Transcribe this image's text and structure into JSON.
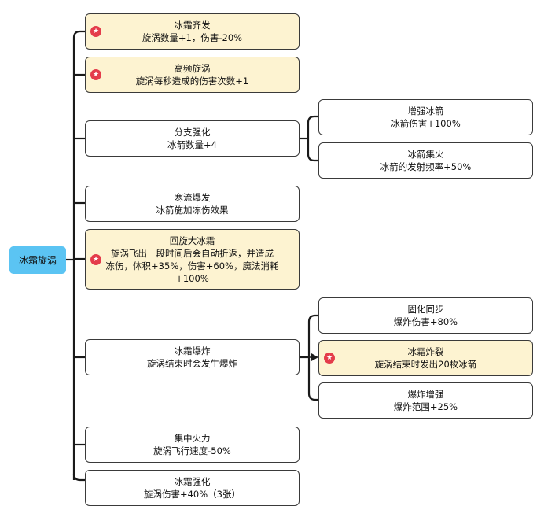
{
  "root": {
    "label": "冰霜旋涡"
  },
  "nodes": [
    {
      "title": "冰霜齐发",
      "desc": [
        "旋涡数量+1，伤害-20%"
      ]
    },
    {
      "title": "高频旋涡",
      "desc": [
        "旋涡每秒造成的伤害次数+1"
      ]
    },
    {
      "title": "分支强化",
      "desc": [
        "冰箭数量+4"
      ]
    },
    {
      "title": "增强冰箭",
      "desc": [
        "冰箭伤害+100%"
      ]
    },
    {
      "title": "冰箭集火",
      "desc": [
        "冰箭的发射频率+50%"
      ]
    },
    {
      "title": "寒流爆发",
      "desc": [
        "冰箭施加冻伤效果"
      ]
    },
    {
      "title": "回旋大冰霜",
      "desc": [
        "旋涡飞出一段时间后会自动折返，并造成",
        "冻伤，体积+35%，伤害+60%，魔法消耗",
        "+100%"
      ]
    },
    {
      "title": "冰霜爆炸",
      "desc": [
        "旋涡结束时会发生爆炸"
      ]
    },
    {
      "title": "固化同步",
      "desc": [
        "爆炸伤害+80%"
      ]
    },
    {
      "title": "冰霜炸裂",
      "desc": [
        "旋涡结束时发出20枚冰箭"
      ]
    },
    {
      "title": "爆炸增强",
      "desc": [
        "爆炸范围+25%"
      ]
    },
    {
      "title": "集中火力",
      "desc": [
        "旋涡飞行速度-50%"
      ]
    },
    {
      "title": "冰霜强化",
      "desc": [
        "旋涡伤害+40%（3张）"
      ]
    }
  ],
  "colors": {
    "highlight": "#fdf3d1",
    "root": "#5bc4f3",
    "star": "#e43c4b",
    "line": "#1a1a1a"
  }
}
